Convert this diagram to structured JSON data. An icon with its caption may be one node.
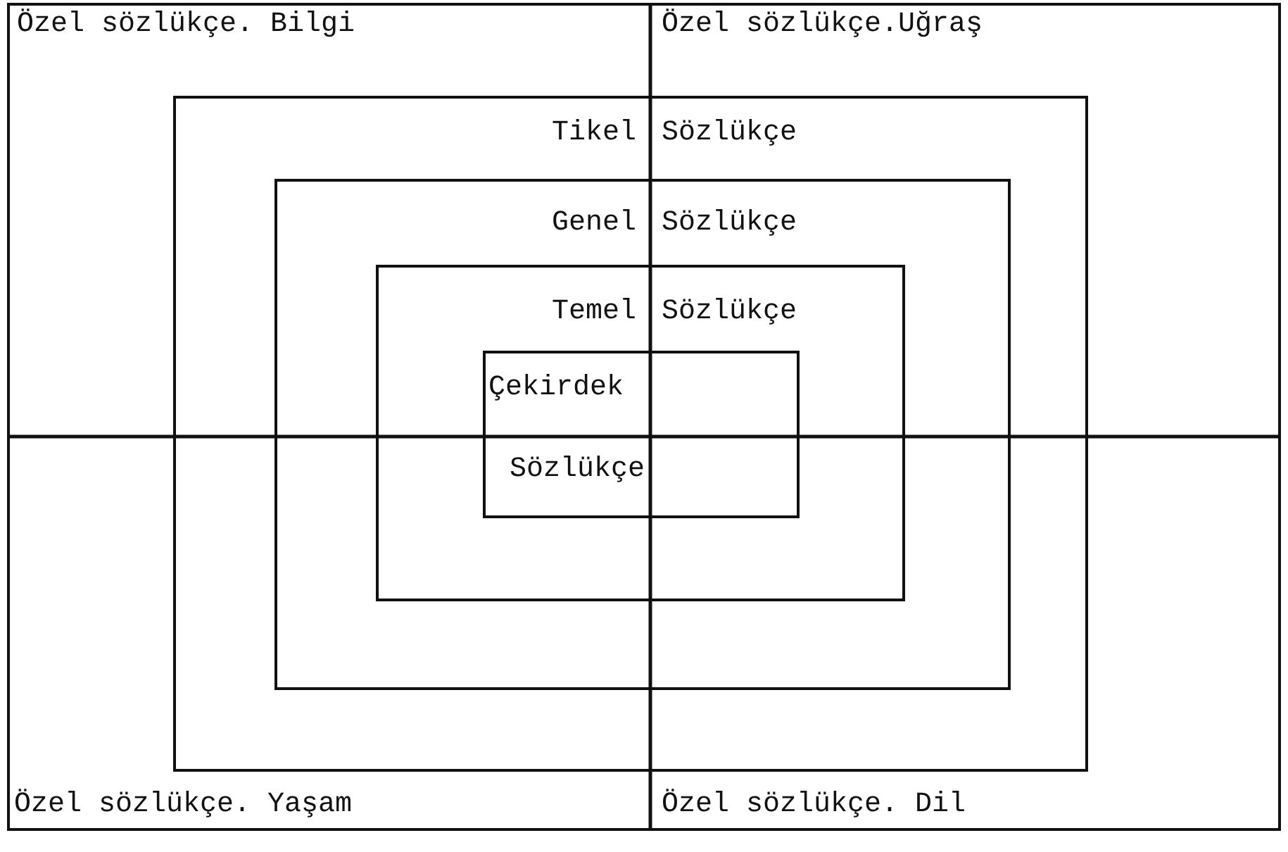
{
  "diagram": {
    "nodes": [
      {
        "text": [
          "Özel sözlükçe. Bilgi",
          "Özel sözlükçe.Uğraş",
          "Özel sözlükçe. Yaşam",
          "Özel sözlükçe. Dil"
        ]
      },
      {
        "text": [
          "Tikel",
          "Sözlükçe"
        ],
        "in": 0
      },
      {
        "text": [
          "Genel",
          "Sözlükçe"
        ],
        "in": 1
      },
      {
        "text": [
          "Temel",
          "Sözlükçe"
        ],
        "in": 2
      },
      {
        "text": [
          "Çekirdek",
          "Sözlükçe"
        ],
        "in": 3
      }
    ]
  }
}
